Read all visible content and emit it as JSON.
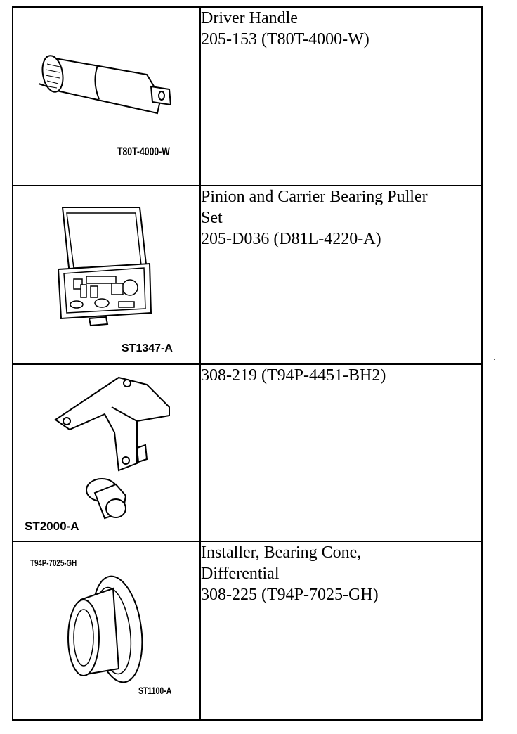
{
  "rows": [
    {
      "illustration_code": "T80T-4000-W",
      "lines": [
        "Driver Handle",
        "205-153 (T80T-4000-W)"
      ]
    },
    {
      "illustration_code": "ST1347-A",
      "lines": [
        "Pinion and Carrier Bearing Puller",
        "Set",
        "205-D036 (D81L-4220-A)"
      ]
    },
    {
      "illustration_code": "ST2000-A",
      "lines": [
        "308-219 (T94P-4451-BH2)"
      ]
    },
    {
      "illustration_codes": [
        "T94P-7025-GH",
        "ST1100-A"
      ],
      "lines": [
        "Installer, Bearing Cone,",
        "Differential",
        "308-225 (T94P-7025-GH)"
      ]
    }
  ]
}
